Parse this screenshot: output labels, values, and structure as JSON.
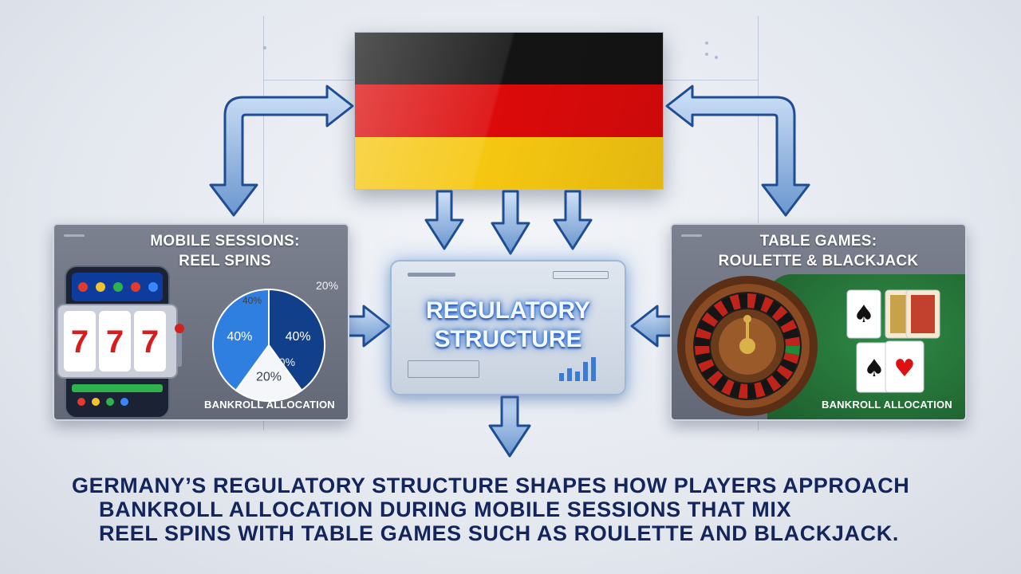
{
  "flag": {
    "colors": [
      "#1a1a1a",
      "#dd0000",
      "#ffce00"
    ]
  },
  "left_panel": {
    "title_line1": "MOBILE SESSIONS:",
    "title_line2": "REEL SPINS",
    "tag": "BANKROLL ALLOCATION",
    "slot_symbols": [
      "7",
      "7",
      "7"
    ]
  },
  "right_panel": {
    "title_line1": "TABLE GAMES:",
    "title_line2": "ROULETTE & BLACKJACK",
    "tag": "BANKROLL ALLOCATION",
    "cards": [
      "♠",
      "♥"
    ]
  },
  "center": {
    "title_line1": "REGULATORY",
    "title_line2": "STRUCTURE"
  },
  "chart_data": {
    "type": "pie",
    "slices": [
      {
        "label": "40%",
        "value": 40,
        "color": "#123f8a"
      },
      {
        "label": "20%",
        "value": 20,
        "color": "#f4f6fa"
      },
      {
        "label": "40%",
        "value": 40,
        "color": "#2f7fe0"
      }
    ],
    "outer_labels": [
      "20%",
      "40%",
      "20%"
    ]
  },
  "caption": {
    "line1": "GERMANY’S REGULATORY STRUCTURE SHAPES HOW PLAYERS APPROACH",
    "line2": "BANKROLL ALLOCATION DURING MOBILE SESSIONS THAT MIX",
    "line3": "REEL SPINS WITH TABLE GAMES SUCH AS ROULETTE AND BLACKJACK."
  }
}
